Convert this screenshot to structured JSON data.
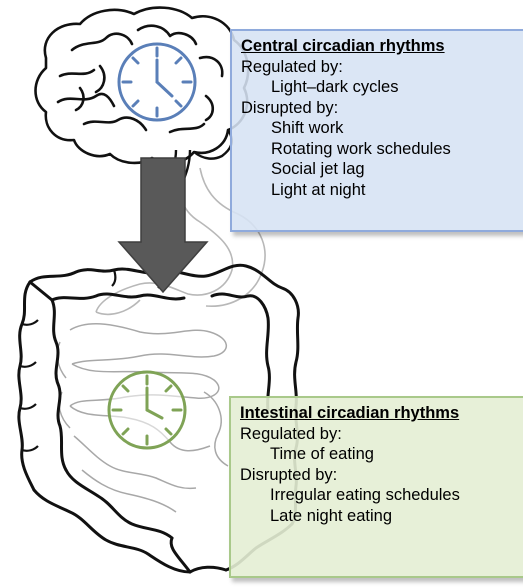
{
  "central": {
    "title": "Central circadian rhythms",
    "regulated_label": "Regulated by:",
    "regulated_items": [
      "Light–dark cycles"
    ],
    "disrupted_label": "Disrupted by:",
    "disrupted_items": [
      "Shift work",
      "Rotating work schedules",
      "Social jet lag",
      "Light at night"
    ]
  },
  "intestinal": {
    "title": "Intestinal circadian rhythms",
    "regulated_label": "Regulated by:",
    "regulated_items": [
      "Time of eating"
    ],
    "disrupted_label": "Disrupted by:",
    "disrupted_items": [
      "Irregular eating schedules",
      "Late night eating"
    ]
  },
  "colors": {
    "central_clock": "#5a7fb8",
    "intestinal_clock": "#7fa356",
    "arrow": "#595959",
    "central_box_border": "#8faadc",
    "intestinal_box_border": "#a9c98a"
  },
  "icons": {
    "brain": "brain-icon",
    "intestines": "intestines-icon",
    "central_clock": "clock-icon",
    "intestinal_clock": "clock-icon",
    "arrow": "down-arrow-icon"
  }
}
